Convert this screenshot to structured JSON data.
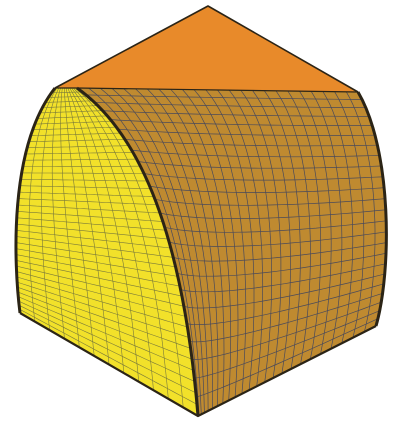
{
  "figure": {
    "colors": {
      "top_face": "#e88a2a",
      "right_face": "#bf8a30",
      "left_face": "#f2e12a",
      "mesh_on_left": "#7a7a3a",
      "mesh_on_right": "#4a4a5a",
      "outline": "#2b2416",
      "background": "#ffffff"
    },
    "mesh": {
      "left_face_rows": 40,
      "left_face_columns": 12,
      "right_face_rows": 24,
      "right_face_columns": 24
    }
  }
}
